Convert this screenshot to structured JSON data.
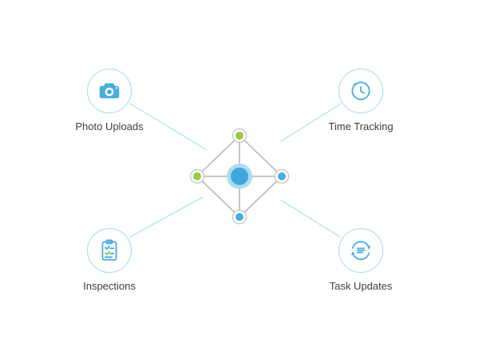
{
  "features": {
    "photo_uploads": {
      "label": "Photo Uploads",
      "icon": "camera-icon"
    },
    "time_tracking": {
      "label": "Time Tracking",
      "icon": "clock-icon"
    },
    "inspections": {
      "label": "Inspections",
      "icon": "clipboard-check-icon"
    },
    "task_updates": {
      "label": "Task Updates",
      "icon": "sync-list-icon"
    }
  },
  "diagram": {
    "nodes": [
      {
        "id": "center",
        "color": "blue"
      },
      {
        "id": "top",
        "color": "green"
      },
      {
        "id": "left",
        "color": "green"
      },
      {
        "id": "right",
        "color": "blue"
      },
      {
        "id": "bottom",
        "color": "blue"
      }
    ],
    "edges": [
      "top-left",
      "top-right",
      "left-bottom",
      "right-bottom",
      "center-top",
      "center-left",
      "center-right",
      "center-bottom"
    ],
    "connectors": [
      "photo-uploads-to-hub",
      "time-tracking-to-hub",
      "inspections-to-hub",
      "task-updates-to-hub"
    ]
  },
  "colors": {
    "blue": "#47AEDE",
    "green": "#9CC93F",
    "center_blue": "#3FA8DA",
    "center_ring": "#AFDCF2",
    "connector_line": "#BFE4F4",
    "network_line": "#B3B3B3",
    "node_outline": "#C4C4C4",
    "icon_circle": "#A6D7EE",
    "label_text": "#3B3F42"
  }
}
